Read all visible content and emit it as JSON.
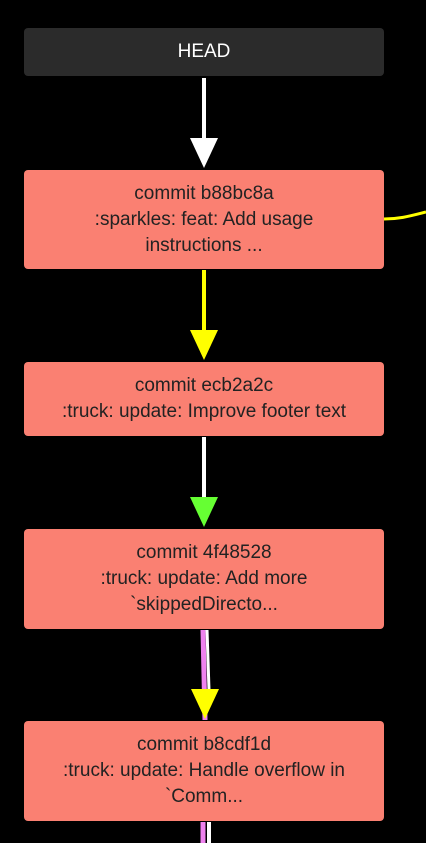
{
  "colors": {
    "background": "#000000",
    "head_box": "#2b2b2b",
    "commit_box": "#fa8072",
    "edge_white": "#ffffff",
    "edge_yellow": "#ffff00",
    "edge_green": "#66ff33",
    "edge_violet": "#ee82ee"
  },
  "head": {
    "label": "HEAD"
  },
  "commits": [
    {
      "title": "commit b88bc8a",
      "message_lines": [
        ":sparkles: feat: Add usage",
        "instructions ..."
      ]
    },
    {
      "title": "commit ecb2a2c",
      "message_lines": [
        ":truck: update: Improve footer text"
      ]
    },
    {
      "title": "commit 4f48528",
      "message_lines": [
        ":truck: update: Add more",
        "`skippedDirecto..."
      ]
    },
    {
      "title": "commit b8cdf1d",
      "message_lines": [
        ":truck: update: Handle overflow in",
        "`Comm..."
      ]
    }
  ]
}
